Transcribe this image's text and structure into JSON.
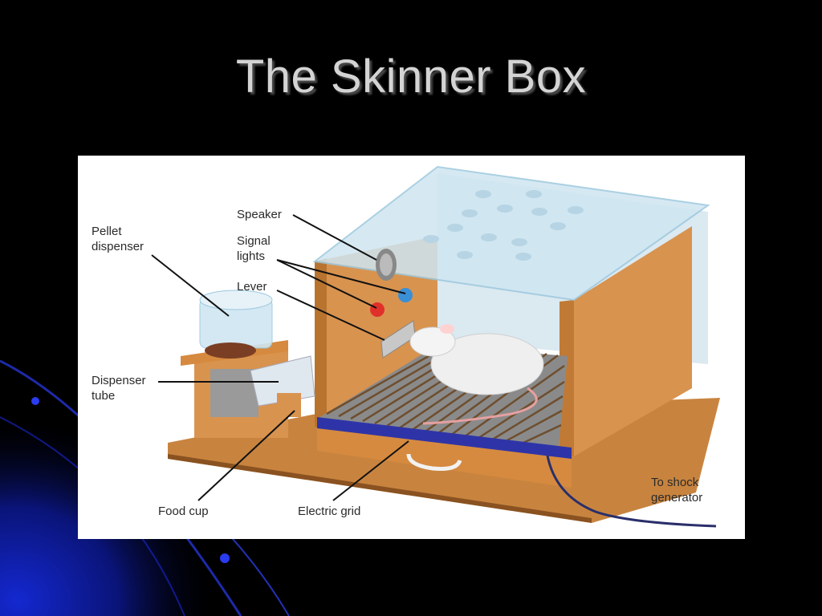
{
  "slide": {
    "title": "The Skinner Box"
  },
  "figure": {
    "labels": {
      "pellet_dispenser": "Pellet\ndispenser",
      "speaker": "Speaker",
      "signal_lights": "Signal\nlights",
      "lever": "Lever",
      "dispenser_tube": "Dispenser\ntube",
      "food_cup": "Food cup",
      "electric_grid": "Electric grid",
      "shock_generator": "To shock\ngenerator"
    }
  },
  "colors": {
    "background": "#000000",
    "accent_blue": "#1a2fd8",
    "title_text": "#d4d4d4",
    "wood": "#d9954f",
    "glass": "#cfe6f2",
    "grid_blue": "#2e34a8",
    "signal_red": "#e0302a",
    "signal_blue": "#3a8fd6"
  }
}
